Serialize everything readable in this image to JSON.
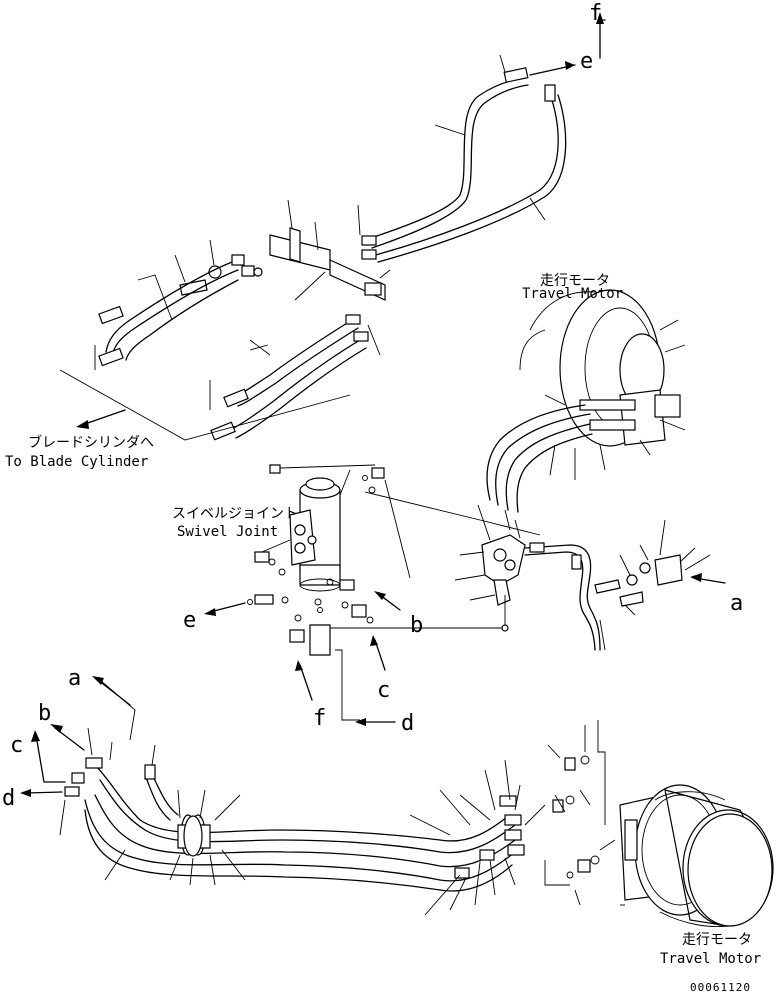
{
  "labels": {
    "travel_motor_top_jp": "走行モータ",
    "travel_motor_top_en": "Travel Motor",
    "travel_motor_bottom_jp": "走行モータ",
    "travel_motor_bottom_en": "Travel Motor",
    "blade_cylinder_jp": "ブレードシリンダへ",
    "blade_cylinder_en": "To Blade Cylinder",
    "swivel_joint_jp": "スイベルジョイント",
    "swivel_joint_en": "Swivel Joint"
  },
  "connection_letters": {
    "f_top": "f",
    "e_top": "e",
    "a_right": "a",
    "b_mid": "b",
    "c_mid": "c",
    "d_mid": "d",
    "e_mid": "e",
    "f_mid": "f",
    "a_bottom": "a",
    "b_bottom": "b",
    "c_bottom": "c",
    "d_bottom": "d"
  },
  "drawing_number": "00061120"
}
